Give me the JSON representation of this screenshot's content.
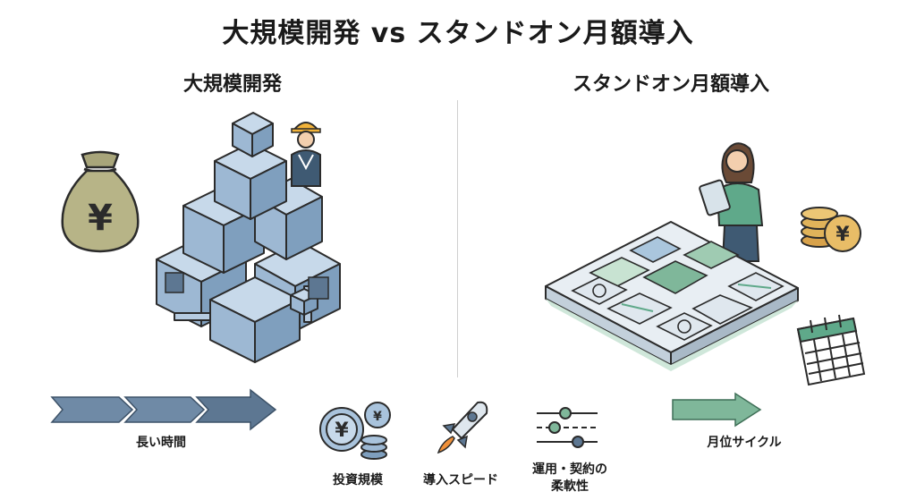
{
  "title": "大規模開発 vs スタンドオン月額導入",
  "left": {
    "heading": "大規模開発",
    "arrow_label": "長い時間",
    "money_symbol": "¥"
  },
  "right": {
    "heading": "スタンドオン月額導入",
    "arrow_label": "月位サイクル",
    "coin_symbol": "¥"
  },
  "features": [
    {
      "label": "投資規模",
      "icon": "coin-stack-icon"
    },
    {
      "label": "導入スピード",
      "icon": "rocket-icon"
    },
    {
      "label": "運用・契約の",
      "label2": "柔軟性",
      "icon": "sliders-icon"
    }
  ],
  "colors": {
    "blue_block": "#a9c3dc",
    "blue_dark": "#5a7a98",
    "green_tile": "#7fb79a",
    "green_light": "#c8e3d2",
    "bag": "#b7b487",
    "coin": "#e0b35a"
  }
}
